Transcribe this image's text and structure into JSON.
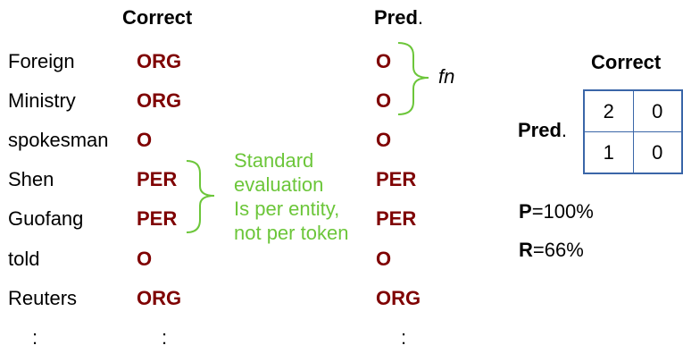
{
  "headers": {
    "correct": "Correct",
    "pred": "Pred",
    "pred_dot": "."
  },
  "rows": [
    {
      "token": "Foreign",
      "correct": "ORG",
      "pred": "O"
    },
    {
      "token": "Ministry",
      "correct": "ORG",
      "pred": "O"
    },
    {
      "token": "spokesman",
      "correct": "O",
      "pred": "O"
    },
    {
      "token": "Shen",
      "correct": "PER",
      "pred": "PER"
    },
    {
      "token": "Guofang",
      "correct": "PER",
      "pred": "PER"
    },
    {
      "token": "told",
      "correct": "O",
      "pred": "O"
    },
    {
      "token": "Reuters",
      "correct": "ORG",
      "pred": "ORG"
    },
    {
      "token": ":",
      "correct": ":",
      "pred": ":"
    }
  ],
  "annotations": {
    "fn": "fn",
    "note_lines": [
      "Standard",
      "evaluation",
      "Is per entity,",
      "not per token"
    ]
  },
  "matrix": {
    "col_header": "Correct",
    "row_header": "Pred",
    "row_header_dot": ".",
    "cells": [
      [
        "2",
        "0"
      ],
      [
        "1",
        "0"
      ]
    ]
  },
  "metrics": {
    "p_label": "P",
    "p_value": "=100%",
    "r_label": "R",
    "r_value": "=66%"
  },
  "colors": {
    "label": "#7f0000",
    "note": "#6cc63a",
    "matrix_border": "#3a66a8"
  }
}
